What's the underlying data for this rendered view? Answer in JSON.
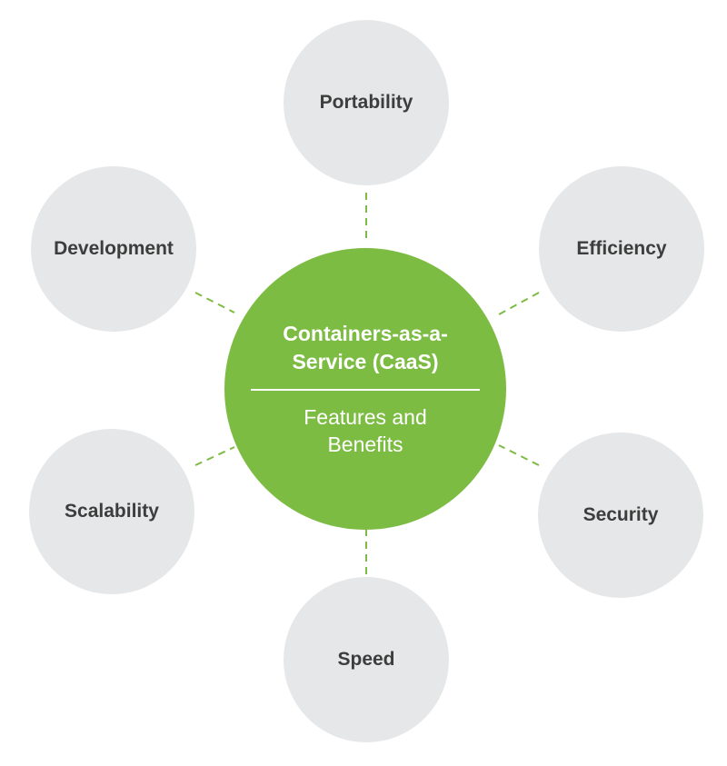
{
  "center": {
    "title": "Containers-as-a-Service (CaaS)",
    "subtitle": "Features and Benefits"
  },
  "features": [
    "Portability",
    "Efficiency",
    "Security",
    "Speed",
    "Scalability",
    "Development"
  ],
  "colors": {
    "hub": "#7cbc43",
    "feature_circle": "#e6e7e8",
    "feature_text": "#3d3d3d",
    "connector": "#7dbb42",
    "hub_text": "#ffffff"
  }
}
